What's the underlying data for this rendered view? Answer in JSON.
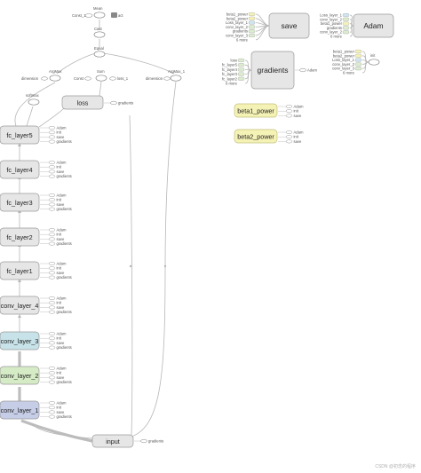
{
  "main_graph": {
    "layers": [
      "fc_layer5",
      "fc_layer4",
      "fc_layer3",
      "fc_layer2",
      "fc_layer1",
      "conv_layer_4",
      "conv_layer_3",
      "conv_layer_2",
      "conv_layer_1"
    ],
    "layer_colors": [
      "#e6e6e6",
      "#e6e6e6",
      "#e6e6e6",
      "#e6e6e6",
      "#e6e6e6",
      "#e6e6e6",
      "#c7e2e8",
      "#d5ebc6",
      "#c6cde6"
    ],
    "side_links": [
      "Adam",
      "init",
      "save",
      "gradients"
    ],
    "mean": "Mean",
    "const_1": "Const_1",
    "act": "act",
    "cast": "Cast",
    "equal": "Equal",
    "argmax": "ArgMax",
    "sum": "Sum",
    "argmax_1": "ArgMax_1",
    "dimension": "dimension",
    "const": "Const",
    "loss_1": "loss_1",
    "softmax": "softmax",
    "loss": "loss",
    "loss_gradients": "gradients",
    "input": "input",
    "input_gradients": "gradients"
  },
  "save_group": {
    "label": "save",
    "inputs": [
      "beta1_power",
      "beta2_power",
      "Loss_layer_1",
      "conv_layer_2",
      "gradients",
      "conv_layer_3",
      "6 more"
    ]
  },
  "adam_group": {
    "label": "Adam",
    "inputs": [
      "Loss_layer_1",
      "conv_layer_2",
      "beta1_power",
      "gradients",
      "conv_layer_2",
      "6 more"
    ]
  },
  "gradients_group": {
    "label": "gradients",
    "inputs": [
      "loss",
      "fc_layer5",
      "fc_layer4",
      "fc_layer3",
      "fc_layer2",
      "6 more"
    ],
    "output": "Adam"
  },
  "init_group": {
    "label": "init",
    "inputs": [
      "beta1_power",
      "beta2_power",
      "Loss_layer_1",
      "conv_layer_2",
      "conv_layer_3",
      "6 more"
    ]
  },
  "beta1": {
    "label": "beta1_power",
    "links": [
      "Adam",
      "init",
      "save"
    ]
  },
  "beta2": {
    "label": "beta2_power",
    "links": [
      "Adam",
      "init",
      "save"
    ]
  },
  "watermark": "CSDN @初念的程序"
}
